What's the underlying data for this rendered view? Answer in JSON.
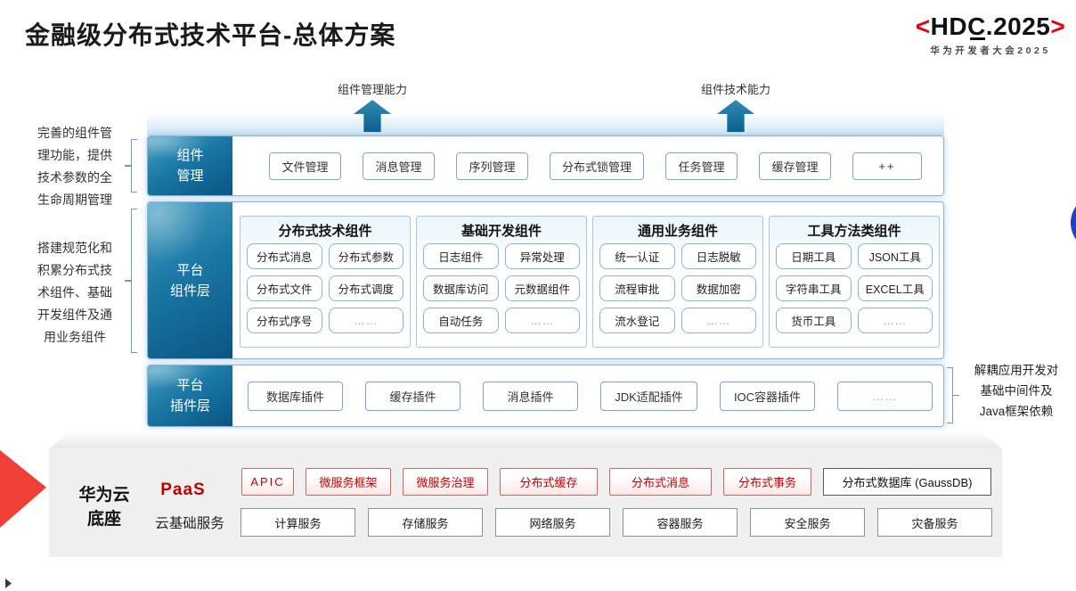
{
  "title": "金融级分布式技术平台-总体方案",
  "logo": {
    "left": "<",
    "text": "HDC.2025",
    "right": ">",
    "subtitle": "华为开发者大会2025"
  },
  "capability_arrows": [
    {
      "label": "组件管理能力"
    },
    {
      "label": "组件技术能力"
    }
  ],
  "left_notes": [
    "完善的组件管\n理功能，提供\n技术参数的全\n生命周期管理",
    "搭建规范化和\n积累分布式技\n术组件、基础\n开发组件及通\n用业务组件"
  ],
  "right_note": "解耦应用开发对\n基础中间件及\nJava框架依赖",
  "rows": {
    "component_mgmt": {
      "label": "组件\n管理",
      "items": [
        "文件管理",
        "消息管理",
        "序列管理",
        "分布式锁管理",
        "任务管理",
        "缓存管理",
        "++"
      ]
    },
    "platform_components": {
      "label": "平台\n组件层",
      "panels": [
        {
          "header": "分布式技术组件",
          "items": [
            "分布式消息",
            "分布式参数",
            "分布式文件",
            "分布式调度",
            "分布式序号",
            "……"
          ]
        },
        {
          "header": "基础开发组件",
          "items": [
            "日志组件",
            "异常处理",
            "数据库访问",
            "元数据组件",
            "自动任务",
            "……"
          ]
        },
        {
          "header": "通用业务组件",
          "items": [
            "统一认证",
            "日志脱敏",
            "流程审批",
            "数据加密",
            "流水登记",
            "……"
          ]
        },
        {
          "header": "工具方法类组件",
          "items": [
            "日期工具",
            "JSON工具",
            "字符串工具",
            "EXCEL工具",
            "货币工具",
            "……"
          ]
        }
      ]
    },
    "platform_plugins": {
      "label": "平台\n插件层",
      "items": [
        "数据库插件",
        "缓存插件",
        "消息插件",
        "JDK适配插件",
        "IOC容器插件",
        "……"
      ]
    }
  },
  "foundation": {
    "label": "华为云\n底座",
    "paas": {
      "label": "PaaS",
      "items": [
        "APIC",
        "微服务框架",
        "微服务治理",
        "分布式缓存",
        "分布式消息",
        "分布式事务"
      ],
      "db_item": "分布式数据库 (GaussDB)"
    },
    "cloud": {
      "label": "云基础服务",
      "items": [
        "计算服务",
        "存储服务",
        "网络服务",
        "容器服务",
        "安全服务",
        "灾备服务"
      ]
    }
  },
  "colors": {
    "hdc_red": "#e60012",
    "layer_label_blue_dark": "#0a5583",
    "layer_label_blue_light": "#47a0c2",
    "row_border_blue": "#8ab5d6",
    "arrow_teal": "#1b7ba6",
    "foundation_arrow_red": "#ee4036",
    "paas_red": "#c00000",
    "accent_circle_blue": "#2341c6",
    "foundation_gray": "#f0f0f0"
  }
}
